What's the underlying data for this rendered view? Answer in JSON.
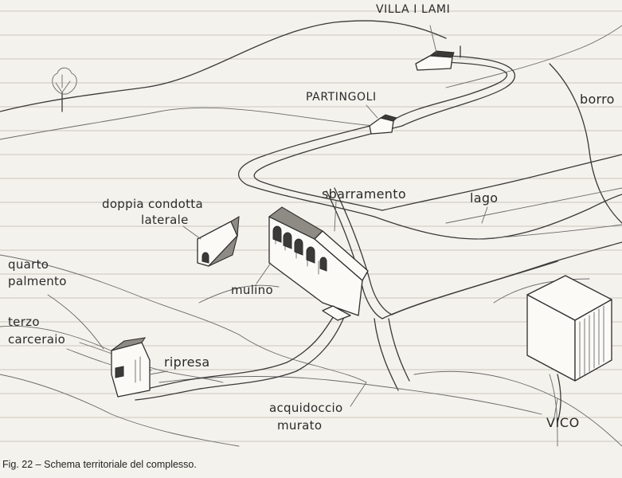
{
  "labels": {
    "villa_i_lami": "VILLA I LAMI",
    "partingoli": "PARTINGOLI",
    "borro": "borro",
    "sbarramento": "sbarramento",
    "lago": "lago",
    "doppia_condotta": "doppia condotta",
    "laterale": "laterale",
    "quarto": "quarto",
    "palmento": "palmento",
    "mulino": "mulino",
    "terzo": "terzo",
    "carceraio": "carceraio",
    "ripresa": "ripresa",
    "acquidoccio": "acquidoccio",
    "murato": "murato",
    "vico": "VICO"
  },
  "caption": "Fig. 22 – Schema territoriale del complesso."
}
